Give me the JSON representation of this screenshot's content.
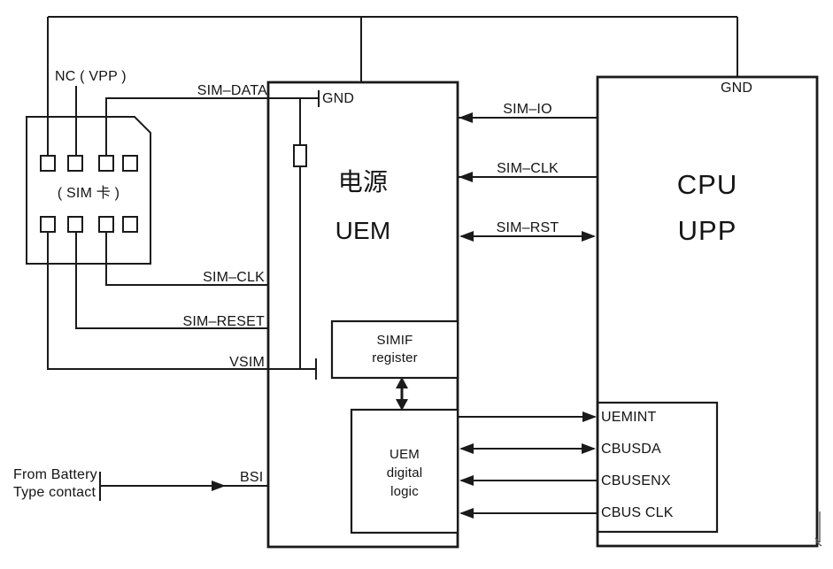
{
  "diagram": {
    "background": "#ffffff",
    "line_color": "#1a1a1a",
    "sim_card": {
      "label": "( SIM 卡 )",
      "nc_label": "NC ( VPP )"
    },
    "card_signals": {
      "sim_data": "SIM–DATA",
      "sim_clk": "SIM–CLK",
      "sim_reset": "SIM–RESET",
      "vsim": "VSIM"
    },
    "uem": {
      "gnd": "GND",
      "title_cn": "电源",
      "title": "UEM",
      "simif_box": {
        "line1": "SIMIF",
        "line2": "register"
      },
      "logic_box": {
        "line1": "UEM",
        "line2": "digital",
        "line3": "logic"
      }
    },
    "cpu": {
      "gnd": "GND",
      "title": "CPU",
      "subtitle": "UPP",
      "pins": {
        "uemint": "UEMINT",
        "cbusda": "CBUSDA",
        "cbusenx": "CBUSENX",
        "cbus_clk": "CBUS CLK"
      }
    },
    "bus_signals": {
      "sim_io": "SIM–IO",
      "sim_clk": "SIM–CLK",
      "sim_rst": "SIM–RST"
    },
    "battery": {
      "line1": "From Battery",
      "line2": "Type contact",
      "bsi": "BSI"
    }
  }
}
